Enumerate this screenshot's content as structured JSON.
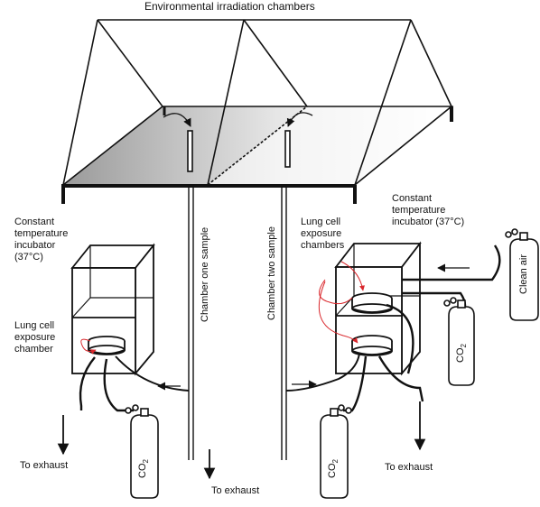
{
  "title": "Environmental irradiation chambers",
  "left_incubator": {
    "label_lines": [
      "Constant",
      "temperature",
      "incubator",
      "(37°C)"
    ],
    "chamber_label_lines": [
      "Lung cell",
      "exposure",
      "chamber"
    ]
  },
  "right_incubator": {
    "label_lines": [
      "Constant",
      "temperature",
      "incubator (37°C)"
    ],
    "chamber_label_lines": [
      "Lung cell",
      "exposure",
      "chambers"
    ]
  },
  "sample_lines": {
    "one": "Chamber one sample",
    "two": "Chamber two sample"
  },
  "gas": {
    "co2_main": "CO",
    "co2_sub": "2",
    "clean_air": "Clean air"
  },
  "exhaust": {
    "left": "To exhaust",
    "center": "To exhaust",
    "right": "To exhaust"
  },
  "colors": {
    "line": "#111111",
    "red_pointer": "#d9262b",
    "floor_shade": "#cfcfcf"
  }
}
